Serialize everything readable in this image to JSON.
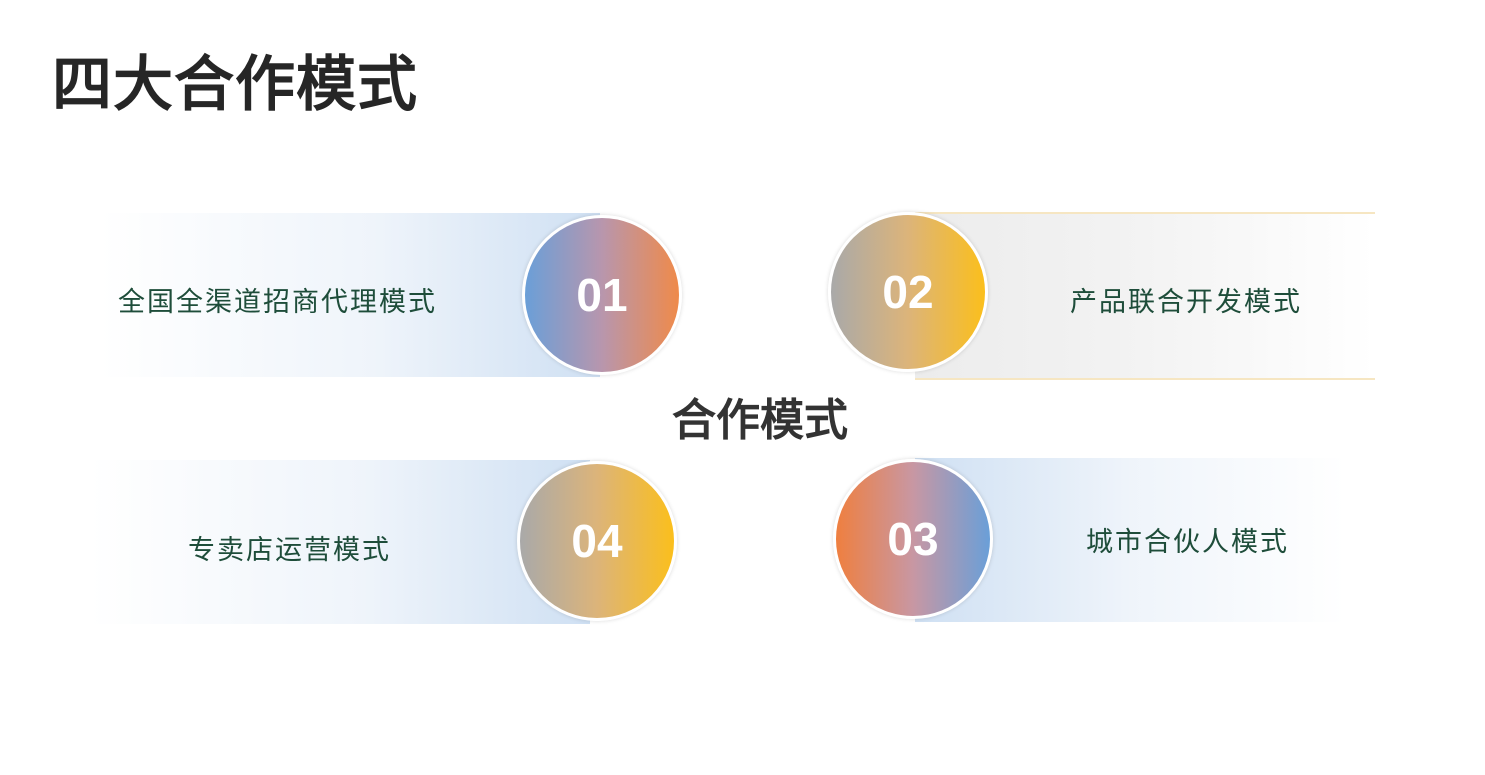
{
  "title": "四大合作模式",
  "center_label": "合作模式",
  "modes": [
    {
      "number": "01",
      "label": "全国全渠道招商代理模式"
    },
    {
      "number": "02",
      "label": "产品联合开发模式"
    },
    {
      "number": "03",
      "label": "城市合伙人模式"
    },
    {
      "number": "04",
      "label": "专卖店运营模式"
    }
  ]
}
